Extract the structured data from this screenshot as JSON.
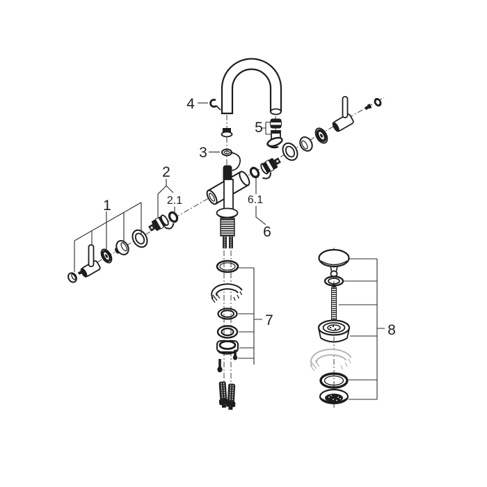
{
  "diagram": {
    "background_color": "#ffffff",
    "line_color": "#1d1d1d",
    "muted_line_color": "#b5b5b5",
    "callouts": [
      {
        "id": "part-1",
        "label": "1"
      },
      {
        "id": "part-2",
        "label": "2"
      },
      {
        "id": "part-2-1",
        "label": "2.1"
      },
      {
        "id": "part-3",
        "label": "3"
      },
      {
        "id": "part-4",
        "label": "4"
      },
      {
        "id": "part-5",
        "label": "5"
      },
      {
        "id": "part-6",
        "label": "6"
      },
      {
        "id": "part-6-1",
        "label": "6.1"
      },
      {
        "id": "part-7",
        "label": "7"
      },
      {
        "id": "part-8",
        "label": "8"
      }
    ]
  }
}
